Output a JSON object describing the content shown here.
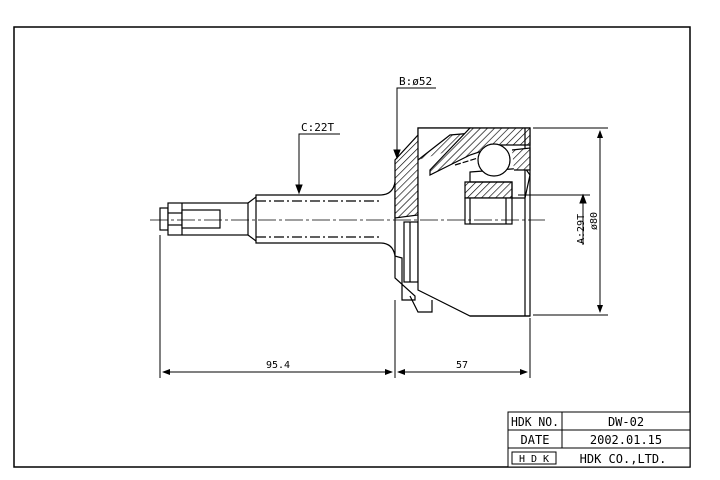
{
  "drawing": {
    "callouts": {
      "bearing": "B:ø52",
      "inner_spline": "C:22T",
      "outer_spline": "A:29T",
      "outer_diameter": "ø80"
    },
    "dimensions": {
      "shaft_length": "95.4",
      "bell_length": "57"
    }
  },
  "title_block": {
    "part_no_label": "HDK NO.",
    "part_no_value": "DW-02",
    "date_label": "DATE",
    "date_value": "2002.01.15",
    "logo_text": "H D K",
    "company": "HDK CO.,LTD."
  }
}
